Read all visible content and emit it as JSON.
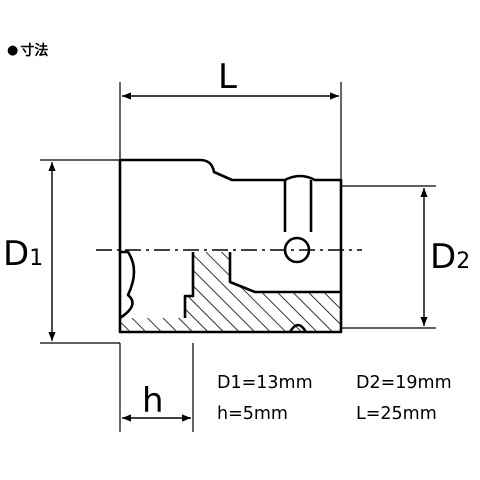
{
  "heading": {
    "bullet": "●",
    "text": "寸法"
  },
  "dimension_labels": {
    "L": "L",
    "D1_main": "D",
    "D1_sub": "1",
    "D2_main": "D",
    "D2_sub": "2",
    "h": "h"
  },
  "specs": {
    "d1": "D1=13mm",
    "d2": "D2=19mm",
    "h": "h=5mm",
    "l": "L=25mm"
  }
}
